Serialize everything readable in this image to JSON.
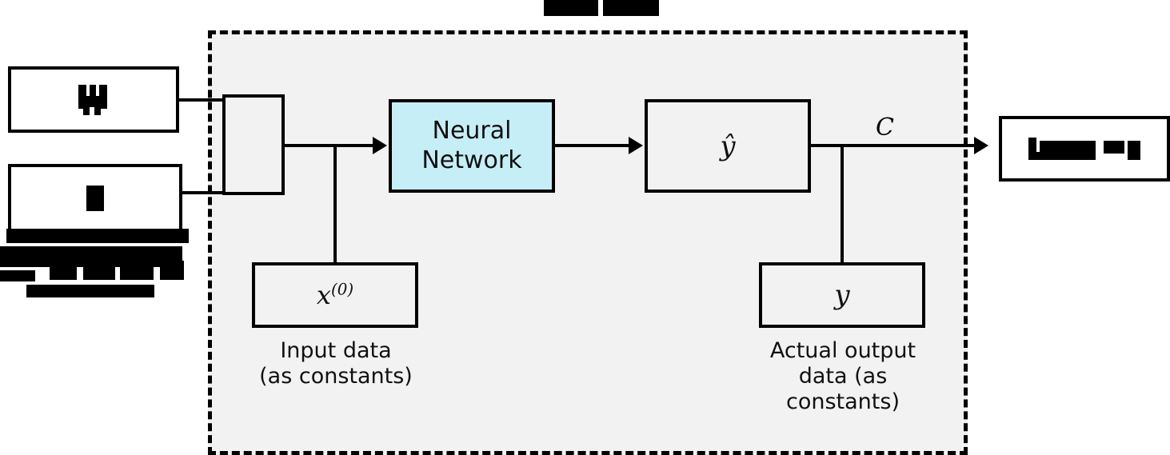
{
  "diagram": {
    "title_text": "",
    "title_note": "section heading above the dashed region is clipped by the top edge of the image and rendered as solid blocks (unreadable)",
    "scope_label": "training scope (dashed region)"
  },
  "nodes": {
    "weights_box": {
      "id": "weights",
      "label": "",
      "glyph_name": "redacted-w-glyph",
      "note": "pixelated/redacted symbol, resembles a bold W"
    },
    "bias_box": {
      "id": "bias",
      "label": "",
      "glyph_name": "redacted-b-glyph",
      "note": "pixelated/redacted symbol, resembles a bold b"
    },
    "bias_caption": {
      "label": "",
      "note": "caption under the lower-left box is fully blacked out / redacted"
    },
    "input_node": {
      "id": "input-node",
      "label": ""
    },
    "neural_network": {
      "id": "neural-network",
      "label": "Neural\nNetwork",
      "fill": "#c6eef7"
    },
    "prediction": {
      "id": "y-hat",
      "label": "ŷ"
    },
    "input_data": {
      "id": "x0",
      "label_base": "x",
      "label_sup": "(0)",
      "caption": "Input data\n(as constants)"
    },
    "actual_output": {
      "id": "y",
      "label": "y",
      "caption": "Actual output\ndata (as\nconstants)"
    },
    "loss_box": {
      "id": "loss",
      "label": "",
      "glyph_name": "redacted-loss-glyph",
      "note": "pixelated/redacted text inside the right-hand box"
    }
  },
  "edges": {
    "cost_label": "C"
  },
  "colors": {
    "scope_fill": "#f2f2f2",
    "nn_fill": "#c6eef7",
    "stroke": "#000000",
    "box_fill": "#f2f2f2",
    "white_fill": "#ffffff",
    "page_bg": "#ffffff"
  }
}
